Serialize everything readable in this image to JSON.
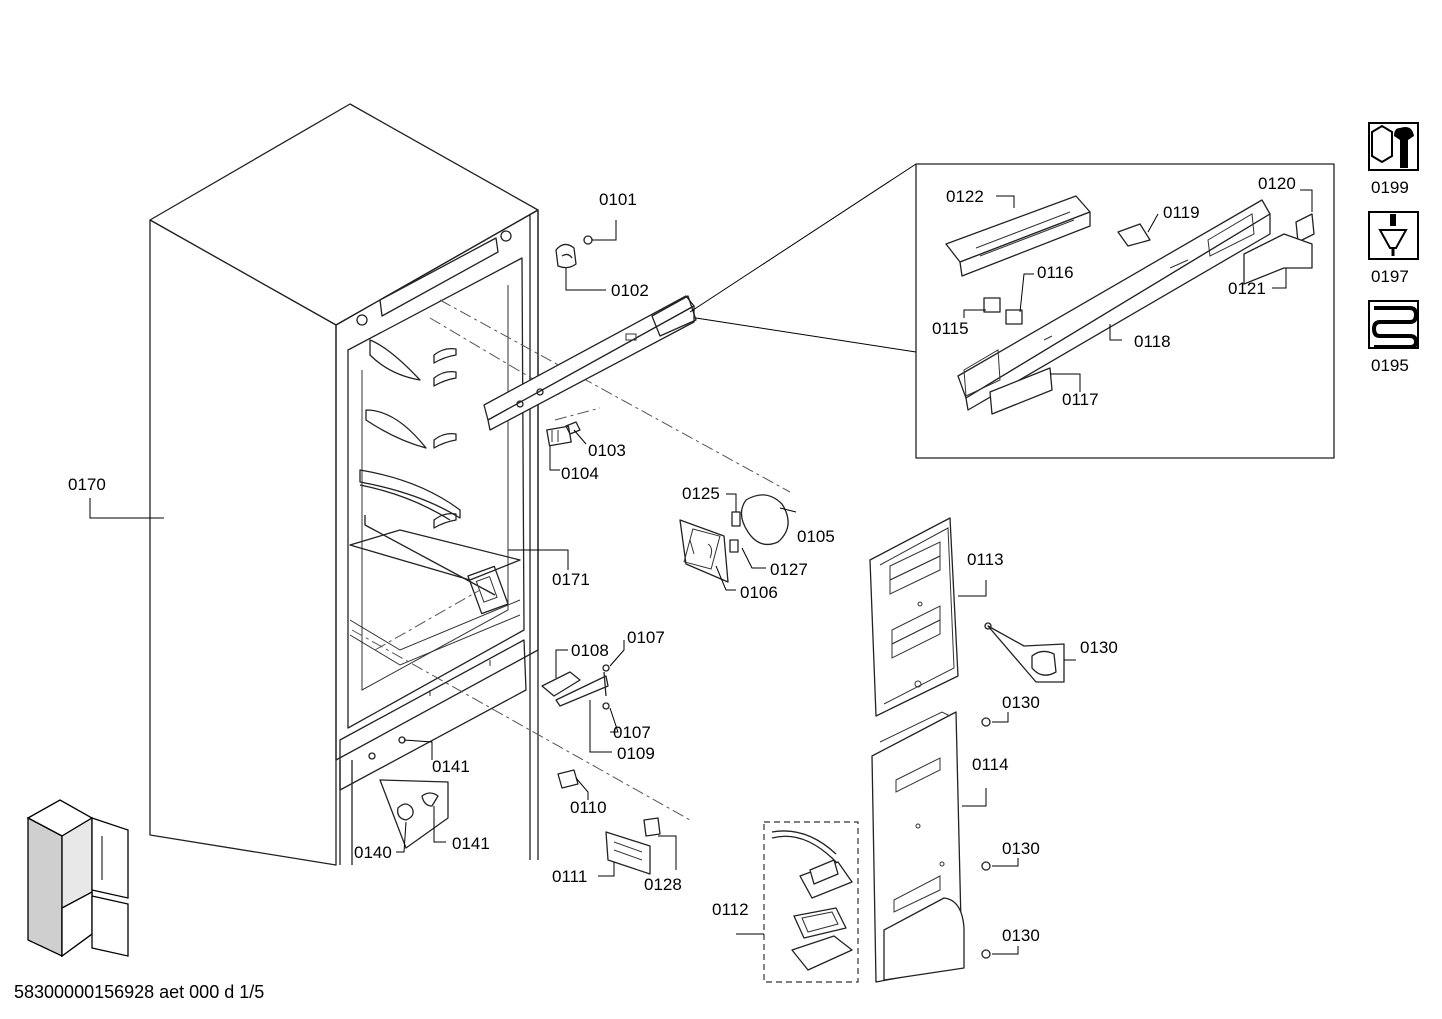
{
  "footer": {
    "document_code": "58300000156928 aet 000 d 1/5"
  },
  "labels": {
    "p0101": "0101",
    "p0102": "0102",
    "p0103": "0103",
    "p0104": "0104",
    "p0105": "0105",
    "p0106": "0106",
    "p0107a": "0107",
    "p0107b": "0107",
    "p0108": "0108",
    "p0109": "0109",
    "p0110": "0110",
    "p0111": "0111",
    "p0112": "0112",
    "p0113": "0113",
    "p0114": "0114",
    "p0115": "0115",
    "p0116": "0116",
    "p0117": "0117",
    "p0118": "0118",
    "p0119": "0119",
    "p0120": "0120",
    "p0121": "0121",
    "p0122": "0122",
    "p0125": "0125",
    "p0127": "0127",
    "p0128": "0128",
    "p0130a": "0130",
    "p0130b": "0130",
    "p0130c": "0130",
    "p0130d": "0130",
    "p0140": "0140",
    "p0141a": "0141",
    "p0141b": "0141",
    "p0170": "0170",
    "p0171": "0171"
  },
  "legend": [
    {
      "icon": "wrench-bolt-icon",
      "label": "0199"
    },
    {
      "icon": "screwdriver-icon",
      "label": "0197"
    },
    {
      "icon": "heating-coil-icon",
      "label": "0195"
    }
  ]
}
